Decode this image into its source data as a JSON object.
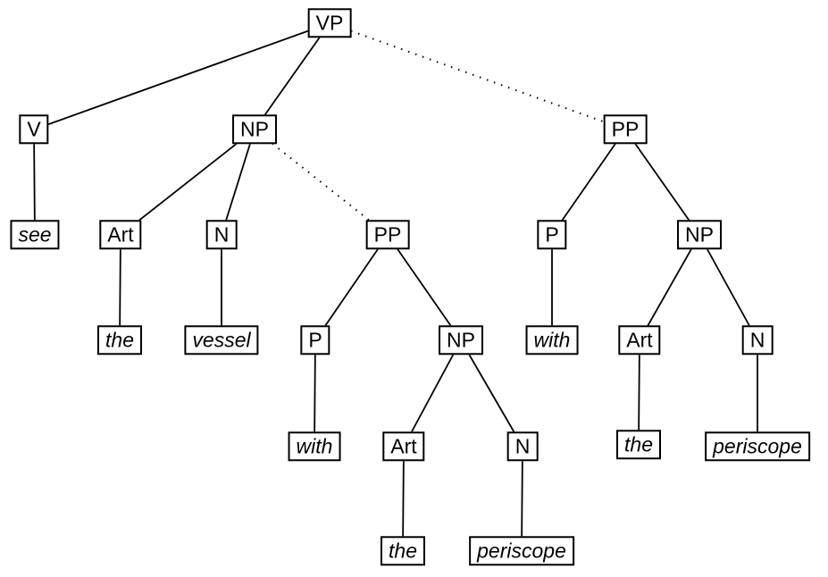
{
  "tree": {
    "description": "Syntax parse tree showing prepositional-phrase attachment ambiguity",
    "nodes": {
      "vp": {
        "label": "VP",
        "type": "phrase"
      },
      "v": {
        "label": "V",
        "type": "phrase"
      },
      "np_main": {
        "label": "NP",
        "type": "phrase"
      },
      "pp_right": {
        "label": "PP",
        "type": "phrase"
      },
      "see": {
        "label": "see",
        "type": "word"
      },
      "art_left": {
        "label": "Art",
        "type": "phrase"
      },
      "n_left": {
        "label": "N",
        "type": "phrase"
      },
      "pp_mid": {
        "label": "PP",
        "type": "phrase"
      },
      "p_right": {
        "label": "P",
        "type": "phrase"
      },
      "np_right": {
        "label": "NP",
        "type": "phrase"
      },
      "the_left": {
        "label": "the",
        "type": "word"
      },
      "vessel": {
        "label": "vessel",
        "type": "word"
      },
      "p_mid": {
        "label": "P",
        "type": "phrase"
      },
      "np_mid": {
        "label": "NP",
        "type": "phrase"
      },
      "with_right": {
        "label": "with",
        "type": "word"
      },
      "art_right": {
        "label": "Art",
        "type": "phrase"
      },
      "n_right": {
        "label": "N",
        "type": "phrase"
      },
      "with_mid": {
        "label": "with",
        "type": "word"
      },
      "art_mid": {
        "label": "Art",
        "type": "phrase"
      },
      "n_mid": {
        "label": "N",
        "type": "phrase"
      },
      "the_right": {
        "label": "the",
        "type": "word"
      },
      "periscope_right": {
        "label": "periscope",
        "type": "word"
      },
      "the_mid": {
        "label": "the",
        "type": "word"
      },
      "periscope_mid": {
        "label": "periscope",
        "type": "word"
      }
    },
    "edges": [
      {
        "from": "vp",
        "to": "v",
        "style": "solid"
      },
      {
        "from": "vp",
        "to": "np_main",
        "style": "solid"
      },
      {
        "from": "vp",
        "to": "pp_right",
        "style": "dotted"
      },
      {
        "from": "v",
        "to": "see",
        "style": "solid"
      },
      {
        "from": "np_main",
        "to": "art_left",
        "style": "solid"
      },
      {
        "from": "np_main",
        "to": "n_left",
        "style": "solid"
      },
      {
        "from": "np_main",
        "to": "pp_mid",
        "style": "dotted"
      },
      {
        "from": "art_left",
        "to": "the_left",
        "style": "solid"
      },
      {
        "from": "n_left",
        "to": "vessel",
        "style": "solid"
      },
      {
        "from": "pp_mid",
        "to": "p_mid",
        "style": "solid"
      },
      {
        "from": "pp_mid",
        "to": "np_mid",
        "style": "solid"
      },
      {
        "from": "p_mid",
        "to": "with_mid",
        "style": "solid"
      },
      {
        "from": "np_mid",
        "to": "art_mid",
        "style": "solid"
      },
      {
        "from": "np_mid",
        "to": "n_mid",
        "style": "solid"
      },
      {
        "from": "art_mid",
        "to": "the_mid",
        "style": "solid"
      },
      {
        "from": "n_mid",
        "to": "periscope_mid",
        "style": "solid"
      },
      {
        "from": "pp_right",
        "to": "p_right",
        "style": "solid"
      },
      {
        "from": "pp_right",
        "to": "np_right",
        "style": "solid"
      },
      {
        "from": "p_right",
        "to": "with_right",
        "style": "solid"
      },
      {
        "from": "np_right",
        "to": "art_right",
        "style": "solid"
      },
      {
        "from": "np_right",
        "to": "n_right",
        "style": "solid"
      },
      {
        "from": "art_right",
        "to": "the_right",
        "style": "solid"
      },
      {
        "from": "n_right",
        "to": "periscope_right",
        "style": "solid"
      }
    ]
  },
  "colors": {
    "background": "#ffffff",
    "line": "#000000",
    "box_border": "#000000",
    "box_fill": "#ffffff",
    "text": "#000000"
  }
}
